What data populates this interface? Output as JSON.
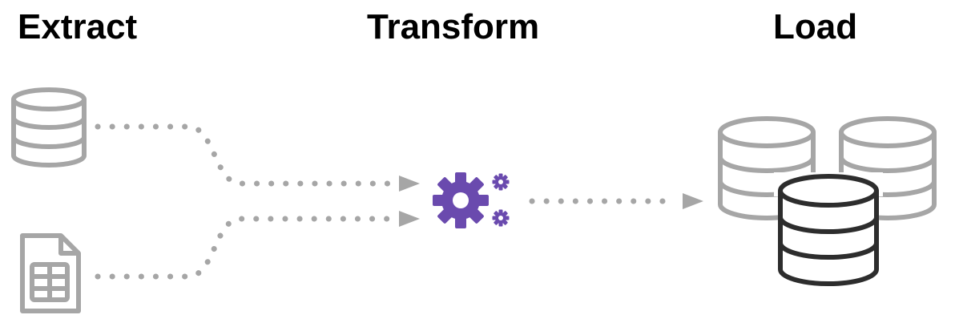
{
  "stages": {
    "extract": {
      "label": "Extract",
      "sources": [
        "database-icon",
        "spreadsheet-file-icon"
      ]
    },
    "transform": {
      "label": "Transform",
      "icon": "gears-icon"
    },
    "load": {
      "label": "Load",
      "targets": [
        "database-icon",
        "database-icon",
        "database-icon"
      ]
    }
  },
  "colors": {
    "source_icon": "#a6a6a6",
    "connector": "#a6a6a6",
    "gears": "#6a4aae",
    "back_databases": "#a6a6a6",
    "front_database": "#2d2d2d"
  }
}
